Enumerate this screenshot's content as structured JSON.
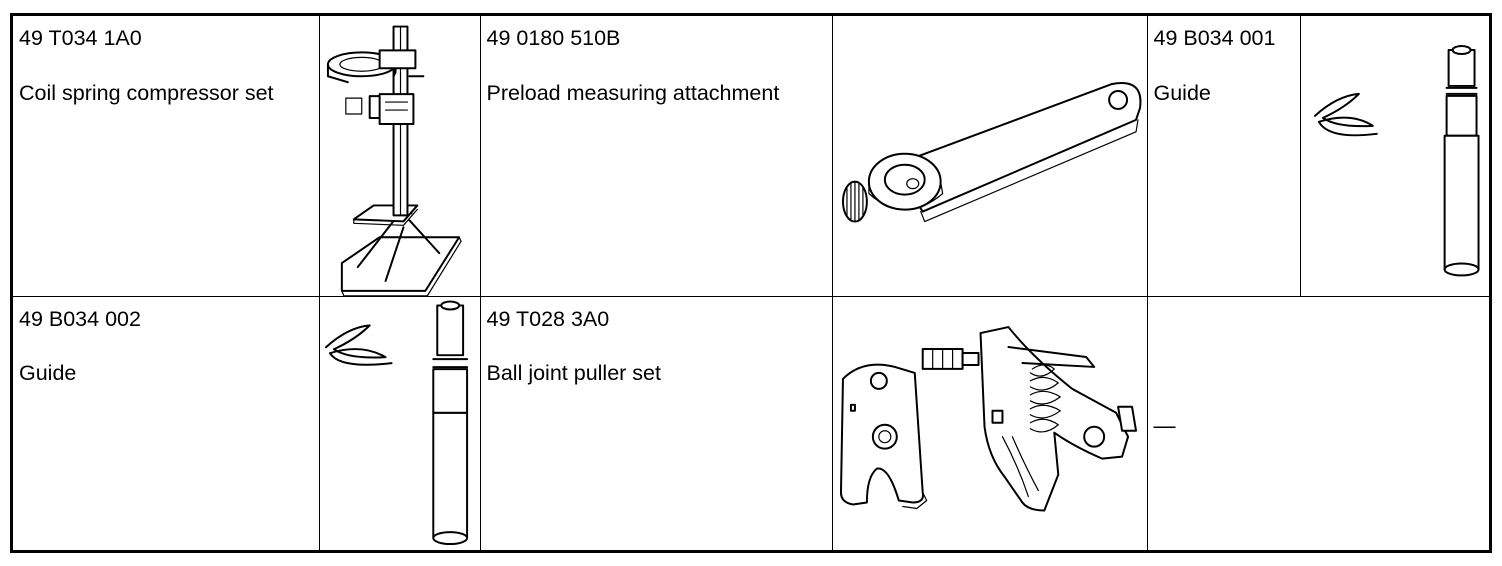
{
  "tools": [
    {
      "code": "49 T034 1A0",
      "name": "Coil spring compressor set",
      "image_icon": "coil-spring-compressor-icon"
    },
    {
      "code": "49 0180 510B",
      "name": "Preload measuring attachment",
      "image_icon": "preload-attachment-icon"
    },
    {
      "code": "49 B034 001",
      "name": "Guide",
      "image_icon": "guide-icon"
    },
    {
      "code": "49 B034 002",
      "name": "Guide",
      "image_icon": "guide-icon"
    },
    {
      "code": "49 T028 3A0",
      "name": "Ball joint puller set",
      "image_icon": "ball-joint-puller-icon"
    }
  ],
  "empty_cell_text": "—"
}
